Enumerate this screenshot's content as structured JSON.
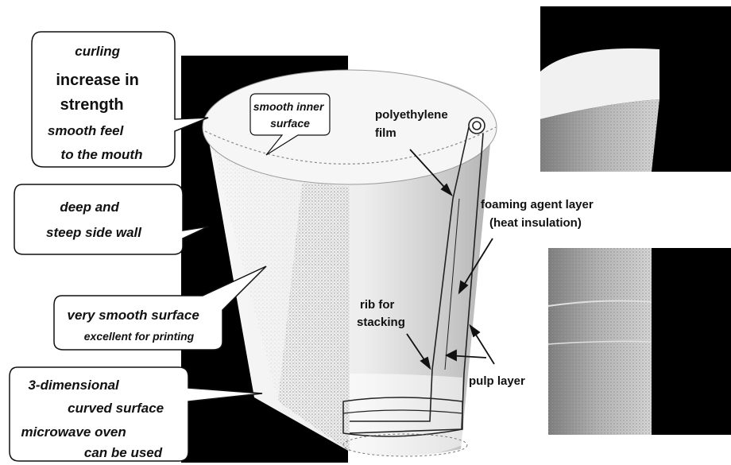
{
  "callouts": {
    "curling": [
      "curling",
      "increase in",
      "strength",
      "smooth feel",
      "to the mouth"
    ],
    "inner_surface": [
      "smooth inner",
      "surface"
    ],
    "side_wall": [
      "deep and",
      "steep side wall"
    ],
    "smooth_surface": [
      "very smooth surface",
      "excellent  for printing"
    ],
    "curved_surface": [
      "3-dimensional",
      "curved surface",
      "microwave oven",
      "can be used"
    ]
  },
  "labels": {
    "polyethylene": [
      "polyethylene",
      "film"
    ],
    "foaming": [
      "foaming agent layer",
      "(heat insulation)"
    ],
    "rib": [
      "rib for",
      "stacking"
    ],
    "pulp": "pulp layer"
  },
  "colors": {
    "photo_dark": "#000000",
    "cup_light": "#f4f4f4",
    "cup_shade": "#b9b9b9",
    "texture": "#9a9a9a"
  }
}
